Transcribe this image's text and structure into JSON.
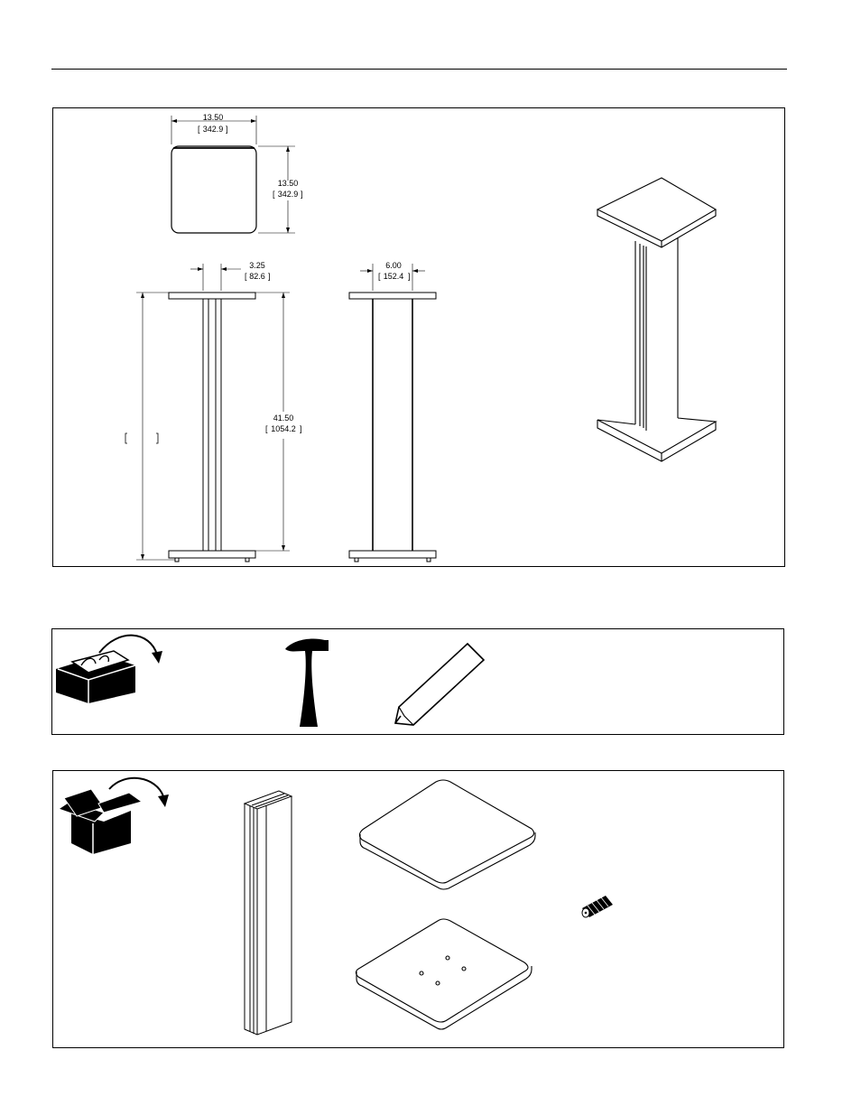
{
  "dimensions": {
    "top_width": {
      "inches": "13.50",
      "mm": "342.9"
    },
    "top_depth": {
      "inches": "13.50",
      "mm": "342.9"
    },
    "column_width": {
      "inches": "3.25",
      "mm": "82.6"
    },
    "column_depth": {
      "inches": "6.00",
      "mm": "152.4"
    },
    "height": {
      "inches": "41.50",
      "mm": "1054.2"
    }
  },
  "icons": {
    "toolbox": "toolbox-icon",
    "hammer": "hammer-icon",
    "pencil": "pencil-icon",
    "box": "open-box-icon"
  }
}
